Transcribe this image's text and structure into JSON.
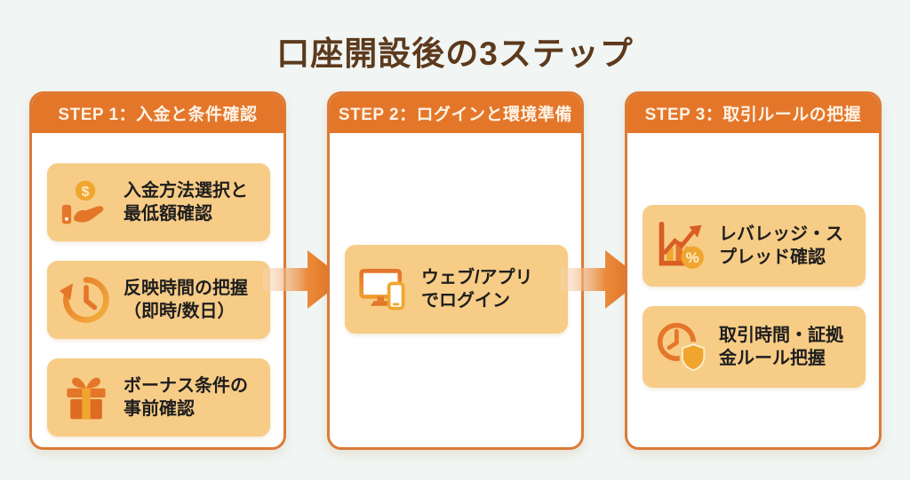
{
  "title": "口座開設後の3ステップ",
  "colors": {
    "background": "#F1F6F4",
    "accent_orange": "#E4762A",
    "border_orange": "#DD7A35",
    "card_bg": "#F7CC86",
    "title_text": "#5D3A1D",
    "header_text": "#FDF3E5",
    "card_text": "#1E1E1E",
    "icon_gold": "#F0A62E",
    "icon_deep_orange": "#D85E24"
  },
  "columns": [
    {
      "header": "STEP 1：入金と条件確認",
      "cards": [
        {
          "icon": "hand-coin-icon",
          "line1": "入金方法選択と",
          "line2": "最低額確認"
        },
        {
          "icon": "history-clock-icon",
          "line1": "反映時間の把握",
          "line2": "（即時/数日）"
        },
        {
          "icon": "gift-icon",
          "line1": "ボーナス条件の",
          "line2": "事前確認"
        }
      ]
    },
    {
      "header": "STEP 2：ログインと環境準備",
      "cards": [
        {
          "icon": "devices-icon",
          "line1": "ウェブ/アプリ",
          "line2": "でログイン"
        }
      ]
    },
    {
      "header": "STEP 3：取引ルールの把握",
      "cards": [
        {
          "icon": "chart-percent-icon",
          "line1": "レバレッジ・ス",
          "line2": "プレッド確認"
        },
        {
          "icon": "clock-shield-icon",
          "line1": "取引時間・証拠",
          "line2": "金ルール把握"
        }
      ]
    }
  ],
  "icons": {
    "coin_symbol": "$",
    "percent_symbol": "%"
  }
}
